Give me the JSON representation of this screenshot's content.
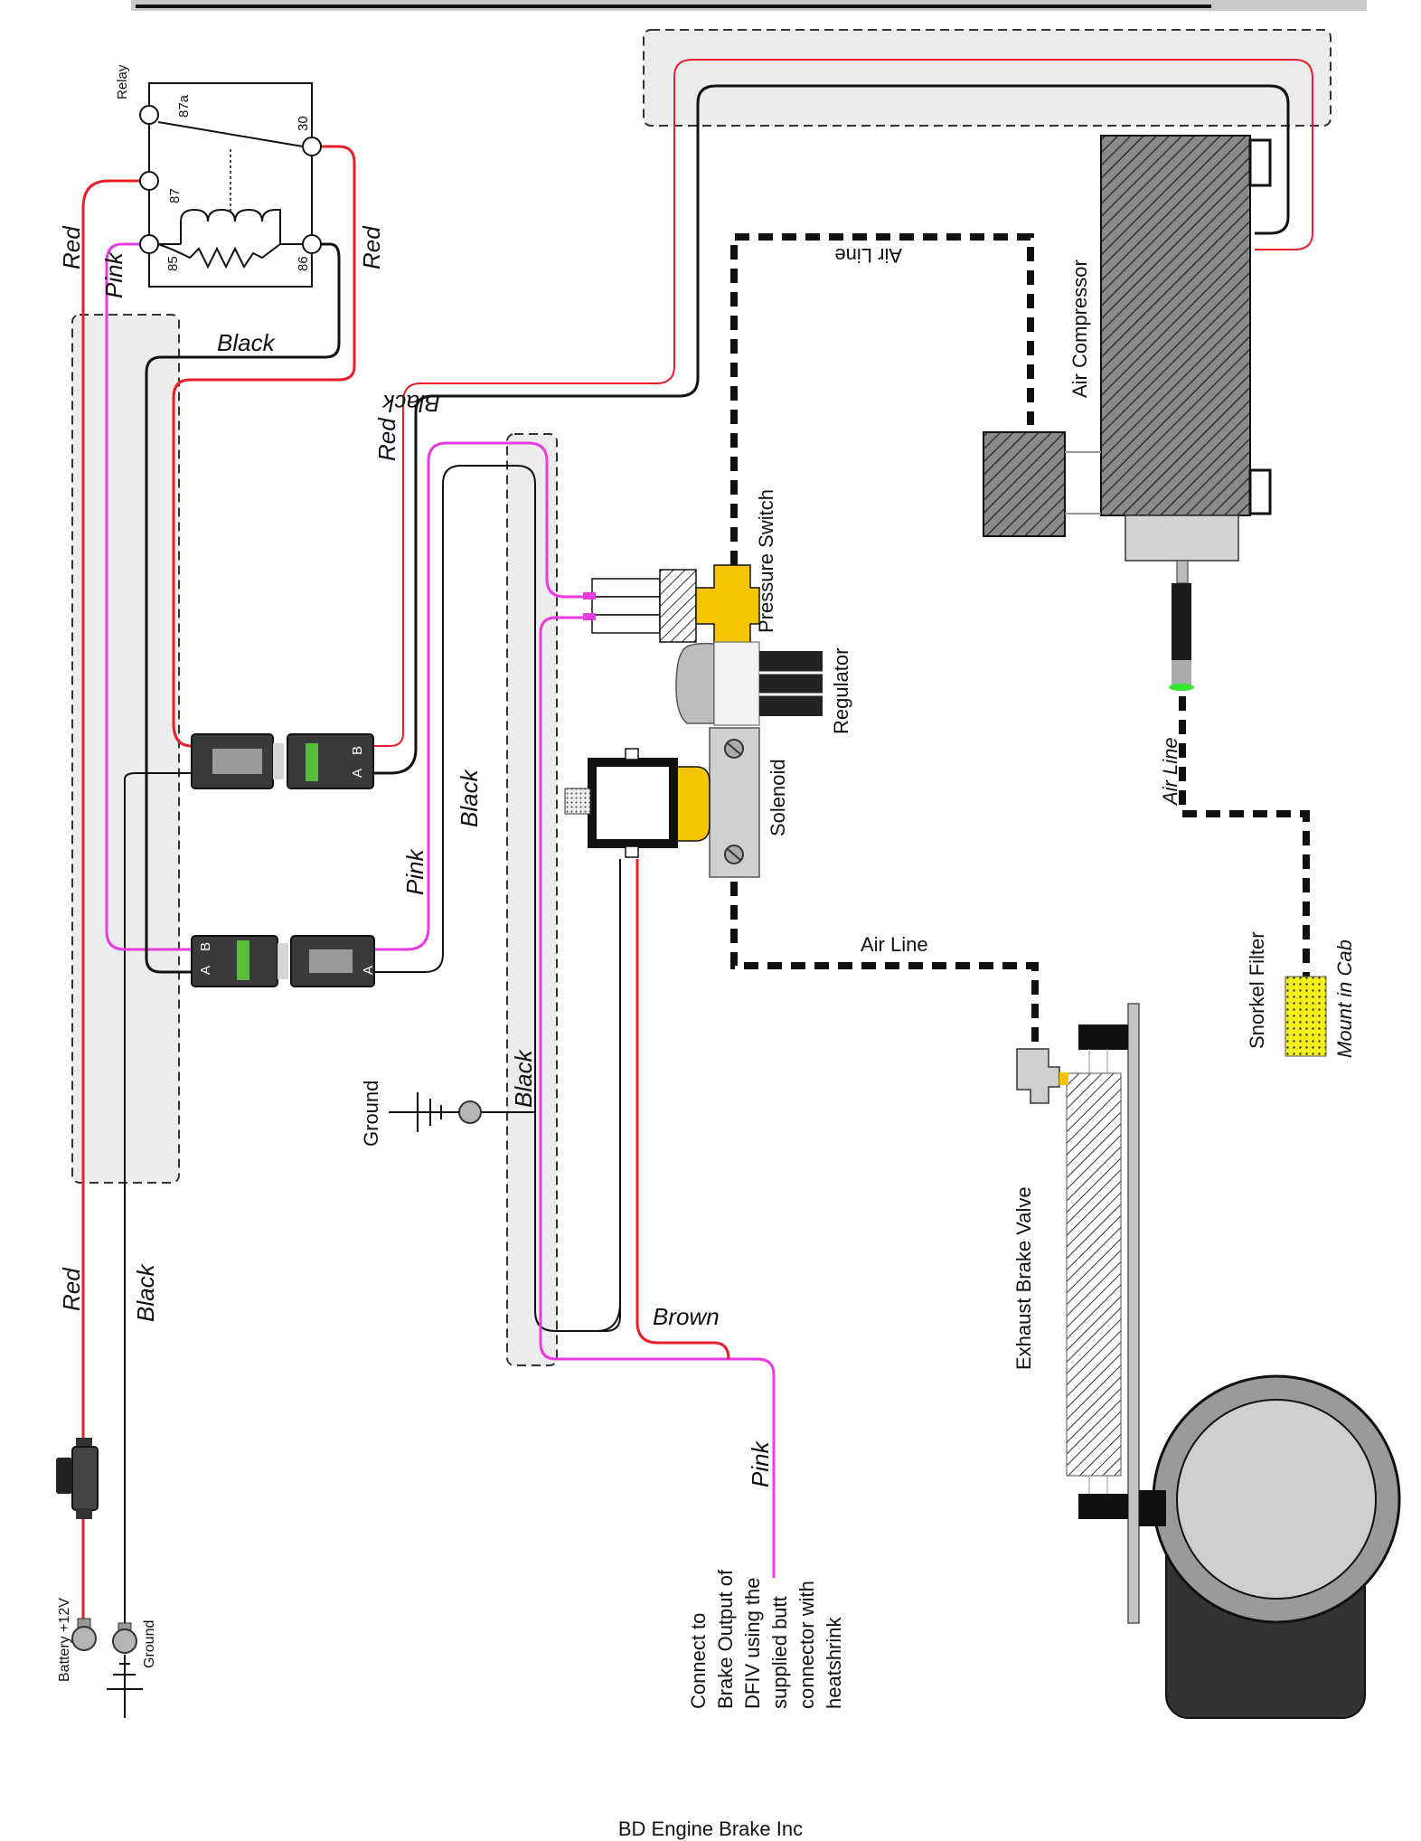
{
  "relay": {
    "title": "Relay",
    "pins": [
      "87a",
      "30",
      "87",
      "85",
      "86"
    ]
  },
  "wire_labels": {
    "red": "Red",
    "black": "Black",
    "pink": "Pink",
    "brown": "Brown"
  },
  "air_line_label": "Air Line",
  "components": {
    "air_compressor": "Air Compressor",
    "pressure_switch": "Pressure Switch",
    "regulator": "Regulator",
    "solenoid": "Solenoid",
    "snorkel_filter": "Snorkel Filter",
    "mount_in_cab": "Mount in Cab",
    "exhaust_brake_valve": "Exhaust Brake Valve",
    "ground": "Ground",
    "battery": "Battery +12V"
  },
  "connector_pins": {
    "a": "A",
    "b": "B"
  },
  "instruction": [
    "Connect to",
    "Brake Output of",
    "DFIV using the",
    "supplied butt",
    "connector with",
    "heatshrink"
  ],
  "footer": "BD Engine Brake Inc"
}
